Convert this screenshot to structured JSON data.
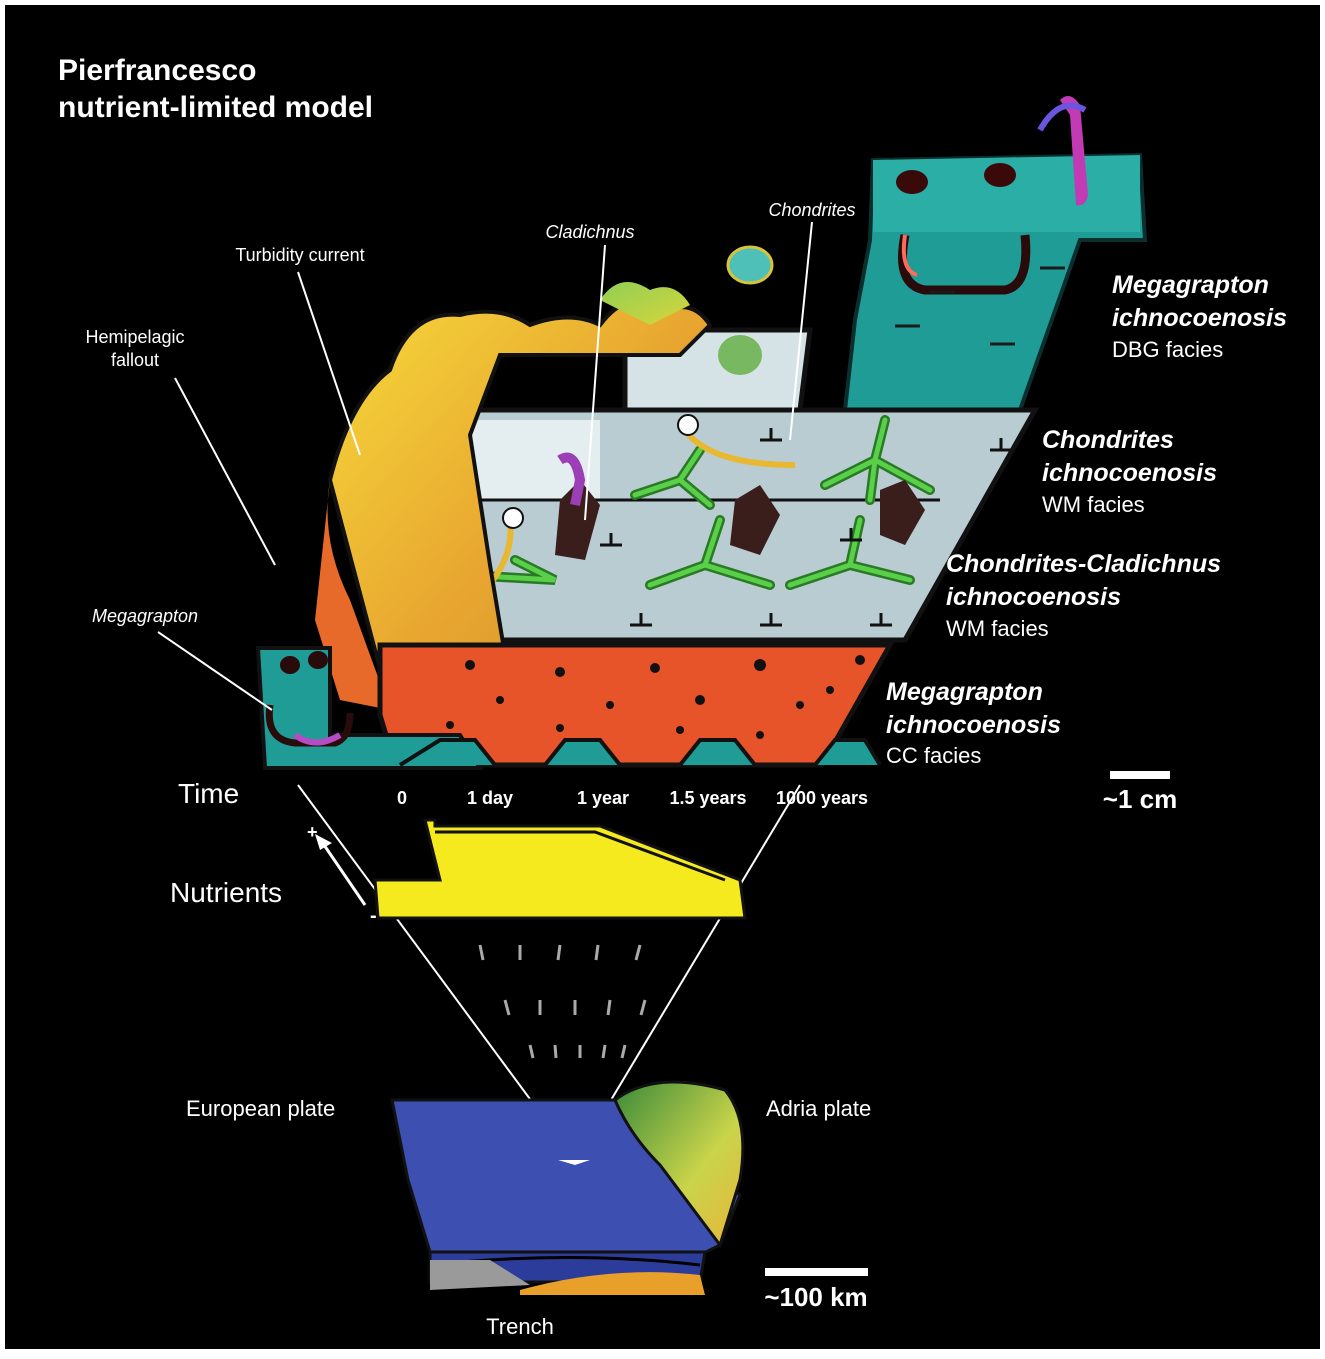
{
  "title": {
    "line1": "Pierfrancesco",
    "line2": "nutrient-limited model"
  },
  "callouts": {
    "hemipelagic_line1": "Hemipelagic",
    "hemipelagic_line2": "fallout",
    "turbidity": "Turbidity current",
    "cladichnus": "Cladichnus",
    "chondrites": "Chondrites",
    "megagrapton": "Megagrapton"
  },
  "facies_labels": [
    {
      "name": "Megagrapton",
      "sub": "ichnocoenosis",
      "facies": "DBG facies"
    },
    {
      "name": "Chondrites",
      "sub": "ichnocoenosis",
      "facies": "WM facies"
    },
    {
      "name": "Chondrites-Cladichnus",
      "sub": "ichnocoenosis",
      "facies": "WM facies"
    },
    {
      "name": "Megagrapton",
      "sub": "ichnocoenosis",
      "facies": "CC facies"
    }
  ],
  "time_axis": {
    "label": "Time",
    "ticks": [
      "0",
      "1 day",
      "1 year",
      "1.5 years",
      "1000 years"
    ]
  },
  "nutrients": {
    "label": "Nutrients",
    "plus": "+",
    "minus": "-"
  },
  "scale_bars": {
    "small": "~1 cm",
    "large": "~100 km"
  },
  "map_labels": {
    "european": "European plate",
    "adria": "Adria plate",
    "trench": "Trench"
  },
  "colors": {
    "background": "#000000",
    "text": "#ffffff",
    "turbidite_orange": "#e8542a",
    "wm_gray": "#b9ccd2",
    "dbg_teal": "#1f9c96",
    "chondrites_green": "#3aa832",
    "nutrient_yellow": "#f4ea1e",
    "plate_blue": "#3d4fb0"
  }
}
